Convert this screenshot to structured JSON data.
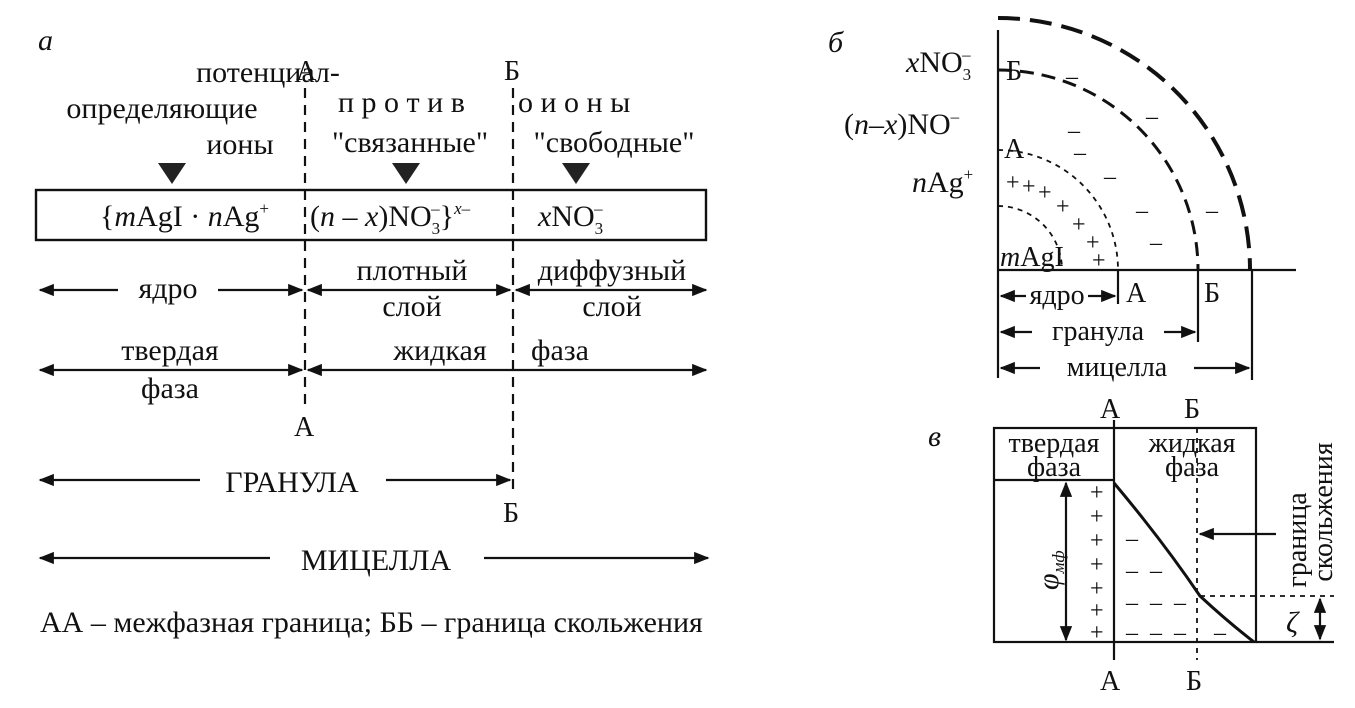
{
  "panel_a": {
    "label": "а",
    "col1": [
      "потенциал-",
      "определяющие",
      "ионы"
    ],
    "col2_spaced": "п р о т и в",
    "col3_spaced": "о и о н ы",
    "bound": "\"связанные\"",
    "free": "\"свободные\"",
    "A_top": "А",
    "B_top": "Б",
    "A_bottom": "А",
    "B_bottom": "Б",
    "formula": {
      "part1_open": "{",
      "part1_m": "m",
      "part1_agi": "AgI · ",
      "part1_n": "n",
      "part1_ag": "Ag",
      "part1_plus": "+",
      "part2_open": "(",
      "part2_nx": "n – x",
      "part2_close": ")NO",
      "part2_sub": "3",
      "part2_supminus": "–",
      "part2_brace": "}",
      "part2_x": "x–",
      "part3_x": "x",
      "part3_no": "NO",
      "part3_sub": "3",
      "part3_sup": "–"
    },
    "core": "ядро",
    "dense1": "плотный",
    "dense2": "слой",
    "diffuse1": "диффузный",
    "diffuse2": "слой",
    "solid1": "твердая",
    "solid2": "фаза",
    "liquid": "жидкая",
    "phase": "фаза",
    "granule": "ГРАНУЛА",
    "micelle": "МИЦЕЛЛА",
    "caption": "АА – межфазная граница; ББ – граница скольжения"
  },
  "panel_b": {
    "label": "б",
    "xno3_x": "x",
    "xno3_no": "NO",
    "xno3_sub": "3",
    "xno3_sup": "–",
    "nxno_open": "(",
    "nxno_nx": "n–x",
    "nxno_close": ")NO",
    "nxno_sup": "–",
    "nag_n": "n",
    "nag_ag": "Ag",
    "nag_sup": "+",
    "magi_m": "m",
    "magi_agi": "AgI",
    "B": "Б",
    "A": "А",
    "core": "ядро",
    "granule": "гранула",
    "micelle": "мицелла",
    "axisA": "А",
    "axisB": "Б"
  },
  "panel_c": {
    "label": "в",
    "A_top": "А",
    "B_top": "Б",
    "A_bottom": "А",
    "B_bottom": "Б",
    "solid1": "твердая",
    "solid2": "фаза",
    "liquid1": "жидкая",
    "liquid2": "фаза",
    "slip1": "граница",
    "slip2": "скольжения",
    "phi": "φ",
    "phi_sub": "мф",
    "zeta": "ζ"
  }
}
